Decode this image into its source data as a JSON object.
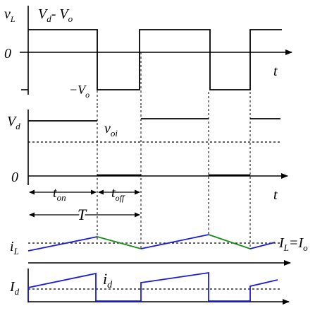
{
  "labels": {
    "vL_symbol": "v",
    "vL_sub": "L",
    "vL_high_a": "V",
    "vL_high_sub": "d",
    "vL_high_dash": "- ",
    "vL_high_b": "V",
    "vL_high_sub2": "o",
    "vL_low": "−V",
    "vL_low_sub": "o",
    "zero": "0",
    "t": "t",
    "Vd": "V",
    "Vd_sub": "d",
    "voi": "v",
    "voi_sub": "oi",
    "ton": "t",
    "ton_sub": "on",
    "toff": "t",
    "toff_sub": "off",
    "period": "T",
    "iL": "i",
    "iL_sub": "L",
    "IL_eq_a": "I",
    "IL_eq_sub": "L",
    "IL_eq_mid": "=",
    "IL_eq_b": "I",
    "IL_eq_sub2": "o",
    "id": "i",
    "id_sub": "d",
    "Id": "I",
    "Id_sub": "d"
  },
  "colors": {
    "rise": "#1a1adb",
    "fall": "#1a8a1a",
    "axis": "#000000"
  }
}
